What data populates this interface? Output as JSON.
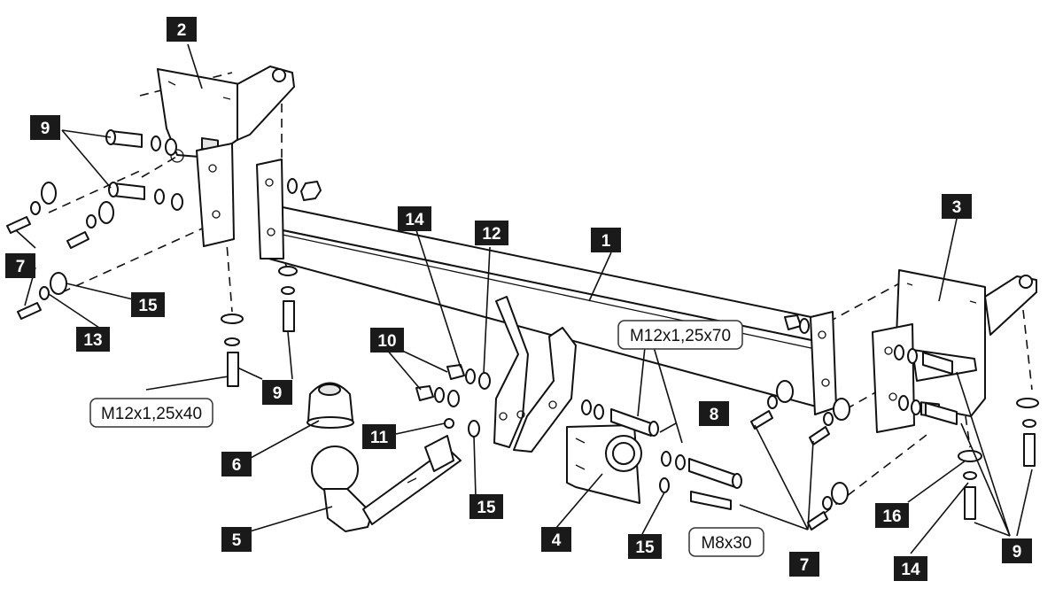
{
  "part_numbers": [
    "1",
    "2",
    "3",
    "4",
    "5",
    "6",
    "7",
    "8",
    "9",
    "10",
    "11",
    "12",
    "13",
    "14",
    "15",
    "16"
  ],
  "callouts": {
    "bolt_m12x70": "M12x1,25x70",
    "bolt_m12x40": "M12x1,25x40",
    "bolt_m8x30": "M8x30"
  },
  "colors": {
    "badge_fill": "#1a1a1a",
    "badge_text": "#ffffff",
    "line": "#111111"
  }
}
